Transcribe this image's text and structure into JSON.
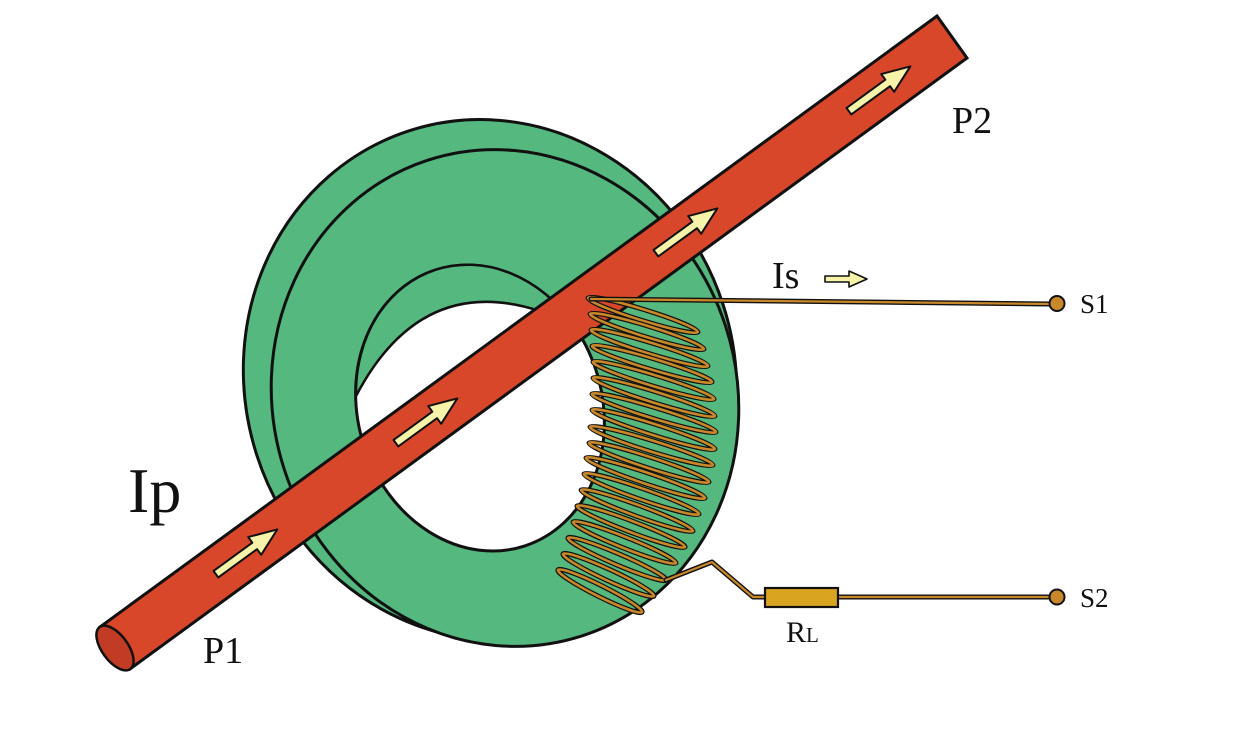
{
  "labels": {
    "primary_current": "Ip",
    "primary_terminal_start": "P1",
    "primary_terminal_end": "P2",
    "secondary_current": "Is",
    "secondary_terminal_1": "S1",
    "secondary_terminal_2": "S2",
    "load_resistor": {
      "symbol": "R",
      "subscript": "L"
    }
  },
  "winding": {
    "turns_visible": 18
  },
  "colors": {
    "core_green": "#55b87e",
    "conductor_red": "#d9472b",
    "conductor_red_dark": "#c23b24",
    "current_arrow_yellow": "#f7f3a8",
    "wire_copper": "#c8882a",
    "resistor_gold": "#d9a520",
    "outline": "#111111",
    "label_text": "#111111",
    "background": "#ffffff"
  }
}
